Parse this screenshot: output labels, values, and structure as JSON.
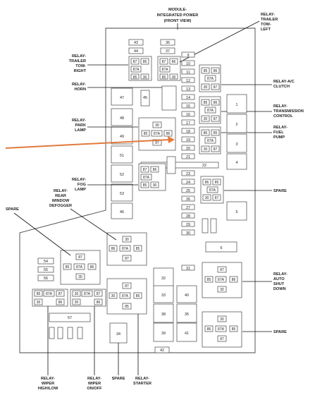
{
  "title": {
    "line1": "MODULE-",
    "line2": "INTEGRATED POWER",
    "line3": "(FRONT VIEW)"
  },
  "labels": {
    "trailer_tow_left": [
      "RELAY-",
      "TRAILER",
      "TOW-",
      "LEFT"
    ],
    "trailer_tow_right": [
      "RELAY-",
      "TRAILER",
      "TOW-",
      "RIGHT"
    ],
    "horn": [
      "RELAY-",
      "HORN"
    ],
    "ac_clutch": [
      "RELAY-A/C",
      "CLUTCH"
    ],
    "park_lamp": [
      "RELAY-",
      "PARK",
      "LAMP"
    ],
    "transmission_control": [
      "RELAY-",
      "TRANSMISSION",
      "CONTROL"
    ],
    "fuel_pump": [
      "RELAY-",
      "FUEL",
      "PUMP"
    ],
    "fog_lamp": [
      "RELAY-",
      "FOG",
      "LAMP"
    ],
    "rear_window_defogger": [
      "RELAY-",
      "REAR",
      "WINDOW",
      "DEFOGGER"
    ],
    "spare_left": [
      "SPARE"
    ],
    "spare_right_upper": [
      "SPARE"
    ],
    "auto_shut_down": [
      "RELAY-",
      "AUTO",
      "SHUT",
      "DOWN"
    ],
    "spare_right_lower": [
      "SPARE"
    ],
    "wiper_high_low": [
      "RELAY-",
      "WIPER",
      "HIGH/LOW"
    ],
    "wiper_on_off": [
      "RELAY-",
      "WIPER",
      "ON/OFF"
    ],
    "spare_bottom": [
      "SPARE"
    ],
    "starter": [
      "RELAY-",
      "STARTER"
    ]
  },
  "fuse_numbers": {
    "f43": "43",
    "f44": "44",
    "f36": "36",
    "f37": "37",
    "f9": "9",
    "f10": "10",
    "f11": "11",
    "f12": "12",
    "f13": "13",
    "f14": "14",
    "f15": "15",
    "f16": "16",
    "f17": "17",
    "f18": "18",
    "f19": "19",
    "f20": "20",
    "f21": "21",
    "f22": "22",
    "f23": "23",
    "f24": "24",
    "f25": "25",
    "f26": "26",
    "f27": "27",
    "f28": "28",
    "f29": "29",
    "f30": "30",
    "f31": "31",
    "f42": "42",
    "f1": "1",
    "f2": "2",
    "f3": "3",
    "f4": "4",
    "f5": "5",
    "f6": "6",
    "f40": "40",
    "f41": "41",
    "f45": "45",
    "f46": "46",
    "f47": "47",
    "f48": "48",
    "f49": "49",
    "f51": "51",
    "f52": "52",
    "f53": "53",
    "f54": "54",
    "f55": "55",
    "f56": "56",
    "f57": "57",
    "f32": "32",
    "f33": "33",
    "f34": "34",
    "f35": "35",
    "f38": "38",
    "f39": "39"
  },
  "pins": {
    "p30": "30",
    "p85": "85",
    "p86": "86",
    "p87": "87",
    "p87a": "87A"
  },
  "colors": {
    "line": "#111111",
    "box_stroke": "#444444",
    "arrow": "#e07a3c"
  }
}
